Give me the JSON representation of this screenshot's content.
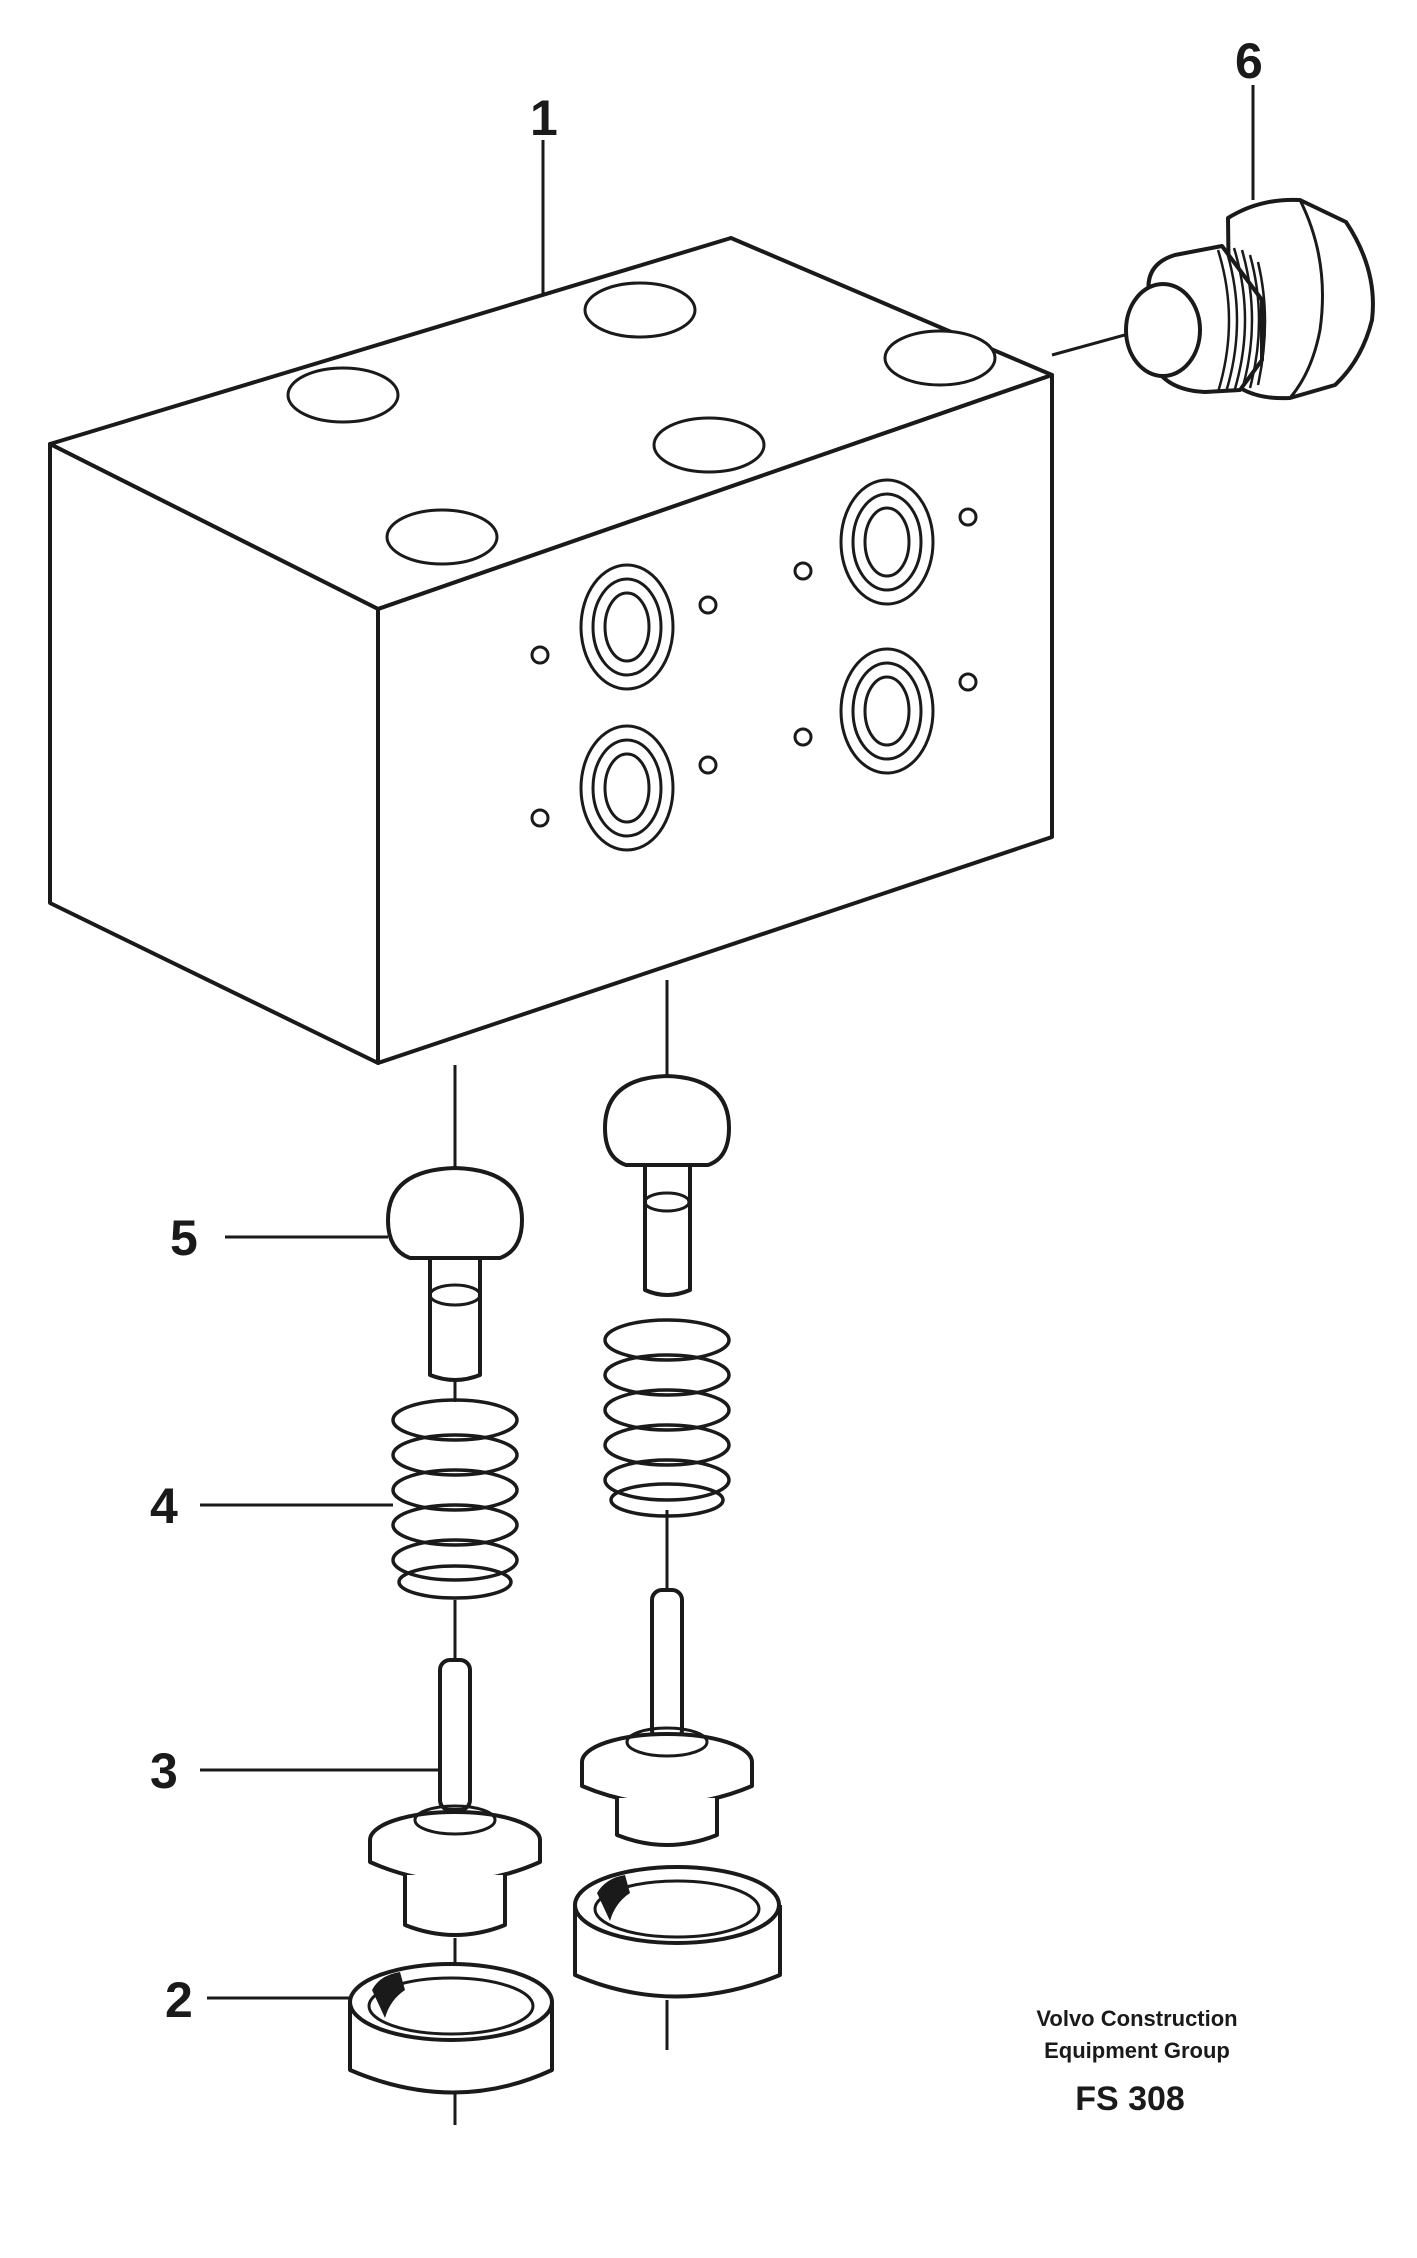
{
  "callouts": [
    {
      "id": "1",
      "label": "1"
    },
    {
      "id": "2",
      "label": "2"
    },
    {
      "id": "3",
      "label": "3"
    },
    {
      "id": "4",
      "label": "4"
    },
    {
      "id": "5",
      "label": "5"
    },
    {
      "id": "6",
      "label": "6"
    }
  ],
  "credit": {
    "line1": "Volvo Construction",
    "line2": "Equipment Group",
    "code": "FS 308"
  },
  "parts": [
    {
      "callout": "1",
      "icon": "valve-block-icon"
    },
    {
      "callout": "2",
      "icon": "seal-cup-icon"
    },
    {
      "callout": "3",
      "icon": "valve-seat-icon"
    },
    {
      "callout": "4",
      "icon": "spring-icon"
    },
    {
      "callout": "5",
      "icon": "poppet-icon"
    },
    {
      "callout": "6",
      "icon": "plug-icon"
    }
  ]
}
